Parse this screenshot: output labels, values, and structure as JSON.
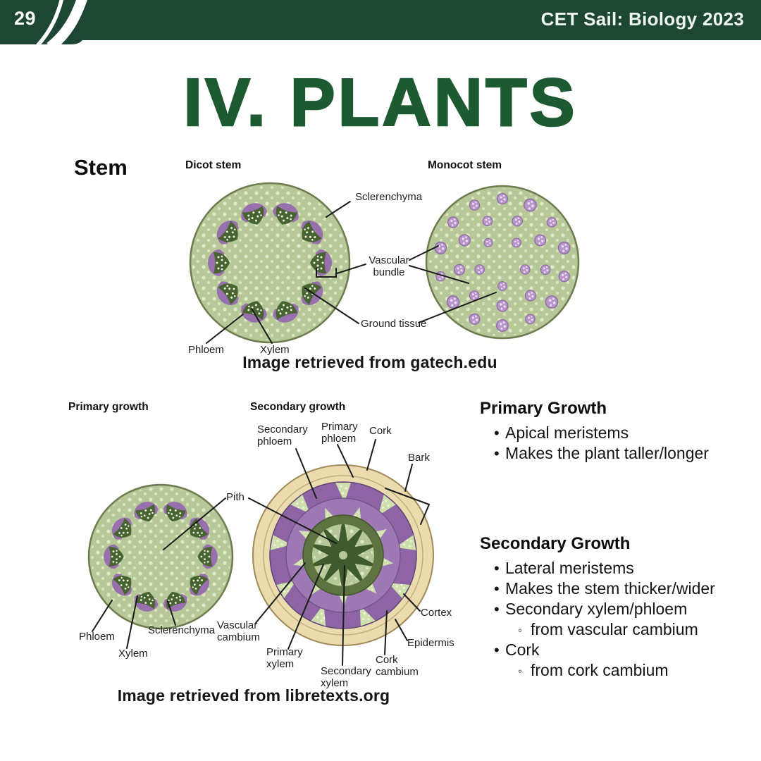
{
  "header": {
    "page_number": "29",
    "title": "CET Sail: Biology 2023"
  },
  "main_title": "IV. PLANTS",
  "section_label": "Stem",
  "figure1": {
    "dicot_title": "Dicot stem",
    "monocot_title": "Monocot stem",
    "labels": {
      "sclerenchyma": "Sclerenchyma",
      "vascular_bundle": "Vascular\nbundle",
      "ground_tissue": "Ground tissue",
      "phloem": "Phloem",
      "xylem": "Xylem"
    },
    "caption": "Image retrieved from gatech.edu"
  },
  "figure2": {
    "primary_title": "Primary growth",
    "secondary_title": "Secondary growth",
    "labels": {
      "secondary_phloem": "Secondary\nphloem",
      "primary_phloem": "Primary\nphloem",
      "cork": "Cork",
      "bark": "Bark",
      "pith": "Pith",
      "vascular_cambium": "Vascular\ncambium",
      "primary_xylem": "Primary\nxylem",
      "secondary_xylem": "Secondary\nxylem",
      "cork_cambium": "Cork\ncambium",
      "cortex": "Cortex",
      "epidermis": "Epidermis",
      "phloem": "Phloem",
      "xylem": "Xylem",
      "sclerenchyma": "Sclerenchyma"
    },
    "caption": "Image retrieved from libretexts.org"
  },
  "right_panel": {
    "primary_growth": {
      "heading": "Primary Growth",
      "bullets": [
        "Apical meristems",
        "Makes the plant taller/longer"
      ]
    },
    "secondary_growth": {
      "heading": "Secondary Growth",
      "items": [
        {
          "text": "Lateral meristems",
          "level": 1
        },
        {
          "text": "Makes the stem thicker/wider",
          "level": 1
        },
        {
          "text": "Secondary xylem/phloem",
          "level": 1
        },
        {
          "text": "from vascular cambium",
          "level": 2
        },
        {
          "text": "Cork",
          "level": 1
        },
        {
          "text": "from cork cambium",
          "level": 2
        }
      ]
    }
  },
  "colors": {
    "header_green": "#1d4733",
    "title_green": "#1d5a31",
    "stem_fill": "#b7c898",
    "stem_outline": "#6c7c4e",
    "bundle_purple": "#9770ad",
    "xylem_dark_green": "#47632f",
    "monocot_bundle": "#b795c8",
    "cork_cream": "#ebdbae",
    "phloem_purple_outer": "#8e64a5",
    "phloem_purple_inner": "#9e78b5",
    "olive_ring": "#5e7340"
  }
}
